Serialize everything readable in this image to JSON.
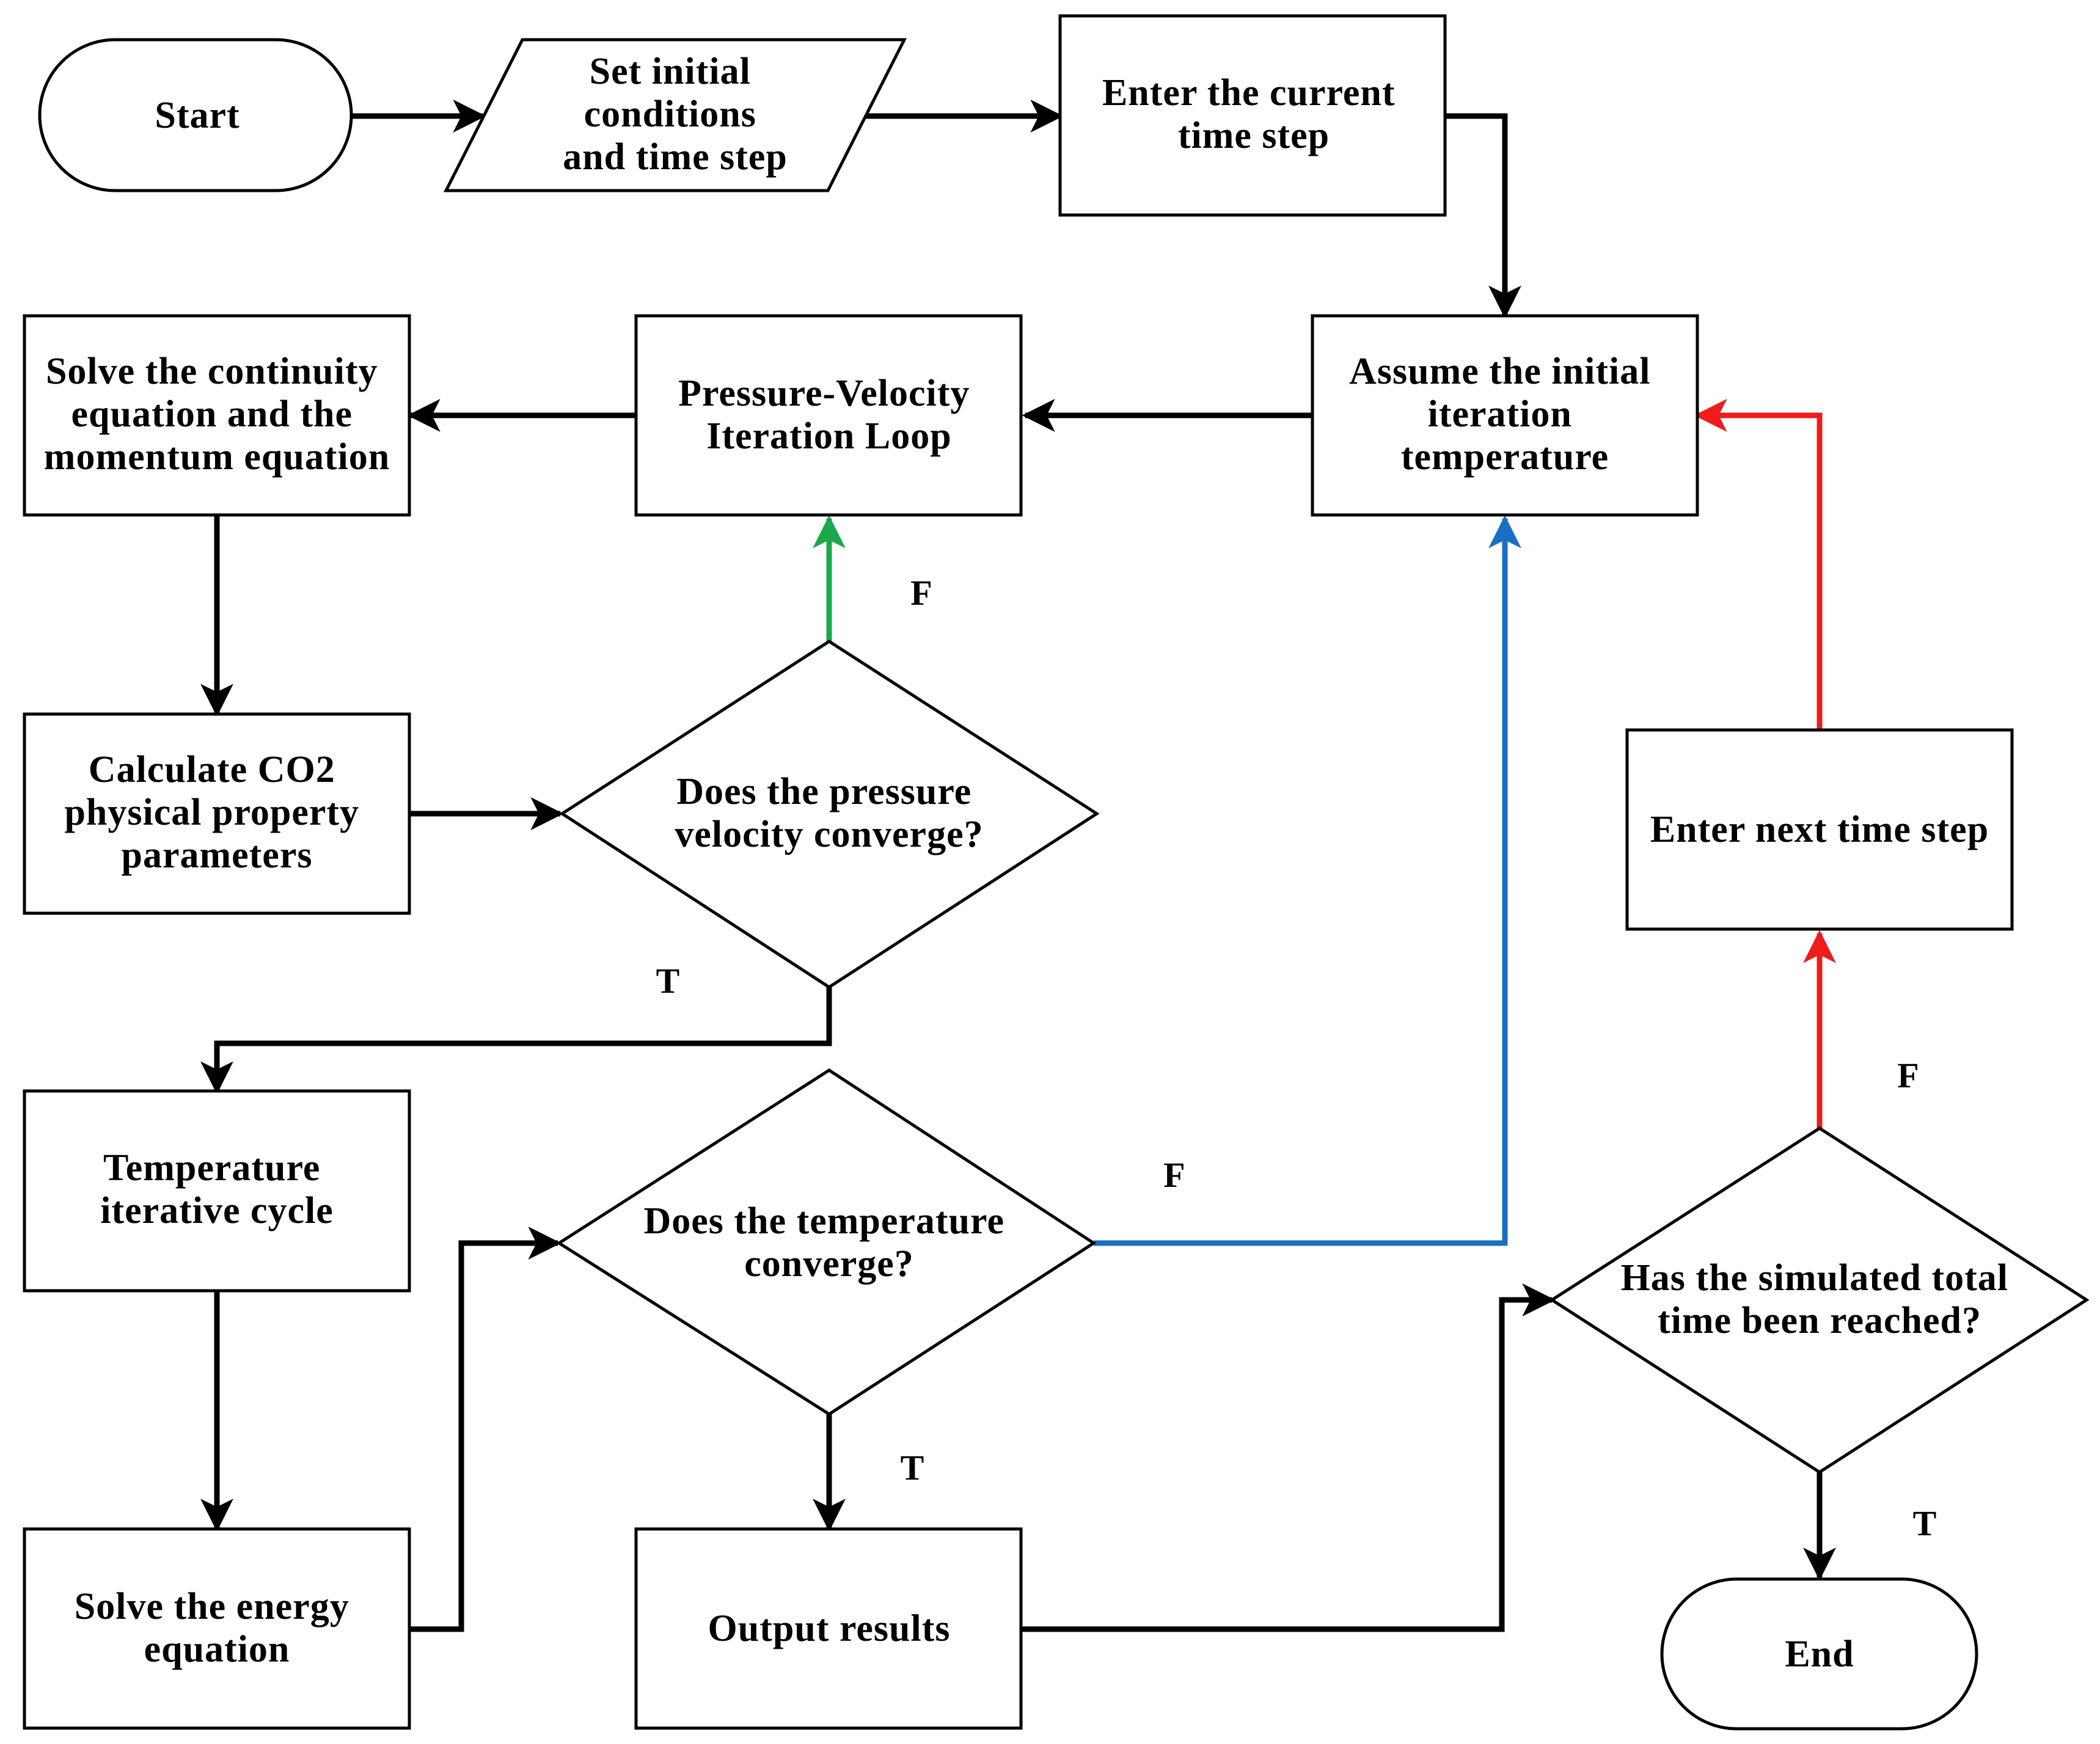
{
  "nodes": {
    "start": [
      "Start"
    ],
    "set_initial": [
      "Set initial",
      "conditions",
      "and time step"
    ],
    "enter_current": [
      "Enter the current",
      "time step"
    ],
    "solve_continuity": [
      "Solve the continuity",
      "equation and the",
      "momentum equation"
    ],
    "pressure_velocity_loop": [
      "Pressure-Velocity",
      "Iteration Loop"
    ],
    "assume_temperature": [
      "Assume the initial",
      "iteration",
      "temperature"
    ],
    "calculate_co2": [
      "Calculate CO2",
      "physical property",
      "parameters"
    ],
    "pv_converge": [
      "Does the pressure",
      "velocity converge?"
    ],
    "enter_next": [
      "Enter next time step"
    ],
    "temperature_cycle": [
      "Temperature",
      "iterative cycle"
    ],
    "temp_converge": [
      "Does the temperature",
      "converge?"
    ],
    "total_time": [
      "Has the simulated total",
      "time been reached?"
    ],
    "solve_energy": [
      "Solve the energy",
      "equation"
    ],
    "output_results": [
      "Output results"
    ],
    "end": [
      "End"
    ]
  },
  "branch_labels": {
    "pv_false": "F",
    "pv_true": "T",
    "temp_false": "F",
    "temp_true": "T",
    "time_false": "F",
    "time_true": "T"
  },
  "colors": {
    "default_arrow": "#000000",
    "pv_false_arrow": "#1aa84a",
    "temp_false_arrow": "#1a6fc4",
    "time_false_arrow": "#ee1c1c"
  }
}
